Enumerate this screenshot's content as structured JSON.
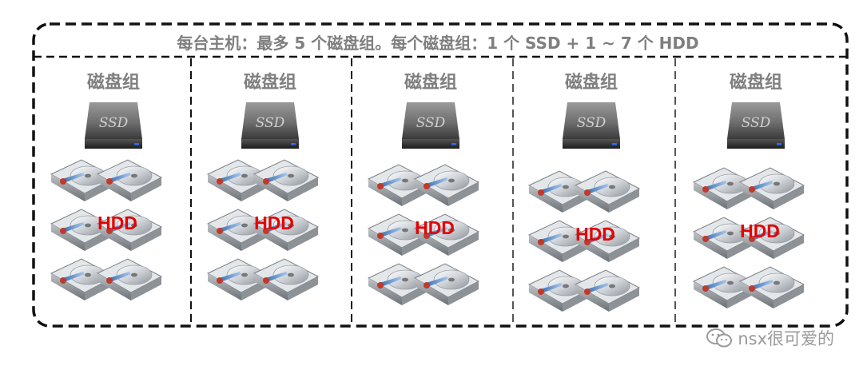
{
  "header": {
    "text": "每台主机：最多 5 个磁盘组。每个磁盘组：1 个 SSD + 1 ~ 7 个 HDD"
  },
  "groups": [
    {
      "label": "磁盘组",
      "ssd_label": "SSD",
      "hdd_label": "HDD"
    },
    {
      "label": "磁盘组",
      "ssd_label": "SSD",
      "hdd_label": "HDD"
    },
    {
      "label": "磁盘组",
      "ssd_label": "SSD",
      "hdd_label": "HDD"
    },
    {
      "label": "磁盘组",
      "ssd_label": "SSD",
      "hdd_label": "HDD"
    },
    {
      "label": "磁盘组",
      "ssd_label": "SSD",
      "hdd_label": "HDD"
    }
  ],
  "watermark": {
    "icon": "wechat-icon",
    "text": "nsx很可爱的"
  },
  "colors": {
    "label_gray": "#7f7f7f",
    "hdd_red": "#e60000",
    "border": "#111111",
    "ssd_led": "#2f6bff"
  }
}
